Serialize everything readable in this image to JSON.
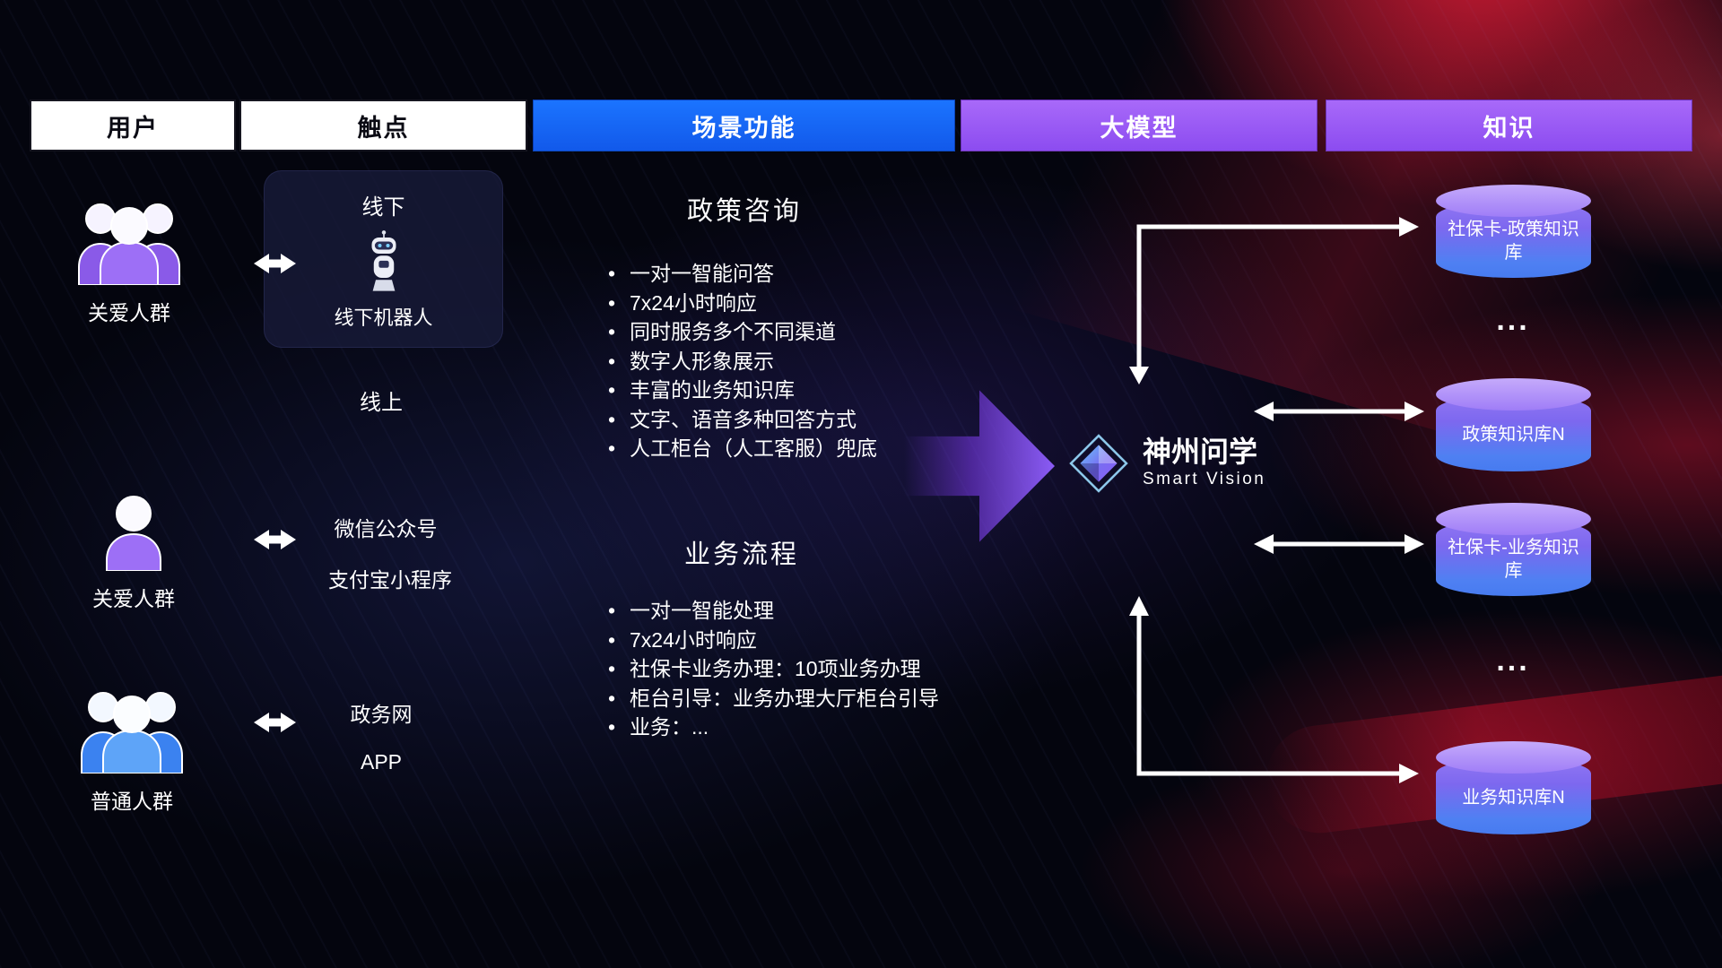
{
  "colors": {
    "header_blue": "#1668f2",
    "header_purple": "#9b5cf7",
    "accent_purple": "#8b5cf6",
    "cylinder_top": "#b79cf9",
    "cylinder_bottom": "#477bf0",
    "arrow_white": "#ffffff",
    "background_red": "#c4122e"
  },
  "header": {
    "columns": [
      {
        "label": "用户"
      },
      {
        "label": "触点"
      },
      {
        "label": "场景功能"
      },
      {
        "label": "大模型"
      },
      {
        "label": "知识"
      }
    ]
  },
  "users": {
    "items": [
      {
        "label": "关爱人群"
      },
      {
        "label": "关爱人群"
      },
      {
        "label": "普通人群"
      }
    ]
  },
  "touchpoints": {
    "offline_title": "线下",
    "offline_robot_label": "线下机器人",
    "online_title": "线上",
    "wechat": "微信公众号",
    "alipay": "支付宝小程序",
    "gov": "政务网",
    "app": "APP"
  },
  "functions": {
    "policy_title": "政策咨询",
    "policy_items": [
      "一对一智能问答",
      "7x24小时响应",
      "同时服务多个不同渠道",
      "数字人形象展示",
      "丰富的业务知识库",
      "文字、语音多种回答方式",
      "人工柜台（人工客服）兜底"
    ],
    "business_title": "业务流程",
    "business_items": [
      "一对一智能处理",
      "7x24小时响应",
      "社保卡业务办理：10项业务办理",
      "柜台引导：业务办理大厅柜台引导",
      "业务：..."
    ]
  },
  "model": {
    "name": "神州问学",
    "subtitle": "Smart Vision"
  },
  "knowledge": {
    "db1": "社保卡-政策知识库",
    "ellipsis1": "...",
    "db2": "政策知识库N",
    "db3": "社保卡-业务知识库",
    "ellipsis2": "...",
    "db4": "业务知识库N"
  }
}
